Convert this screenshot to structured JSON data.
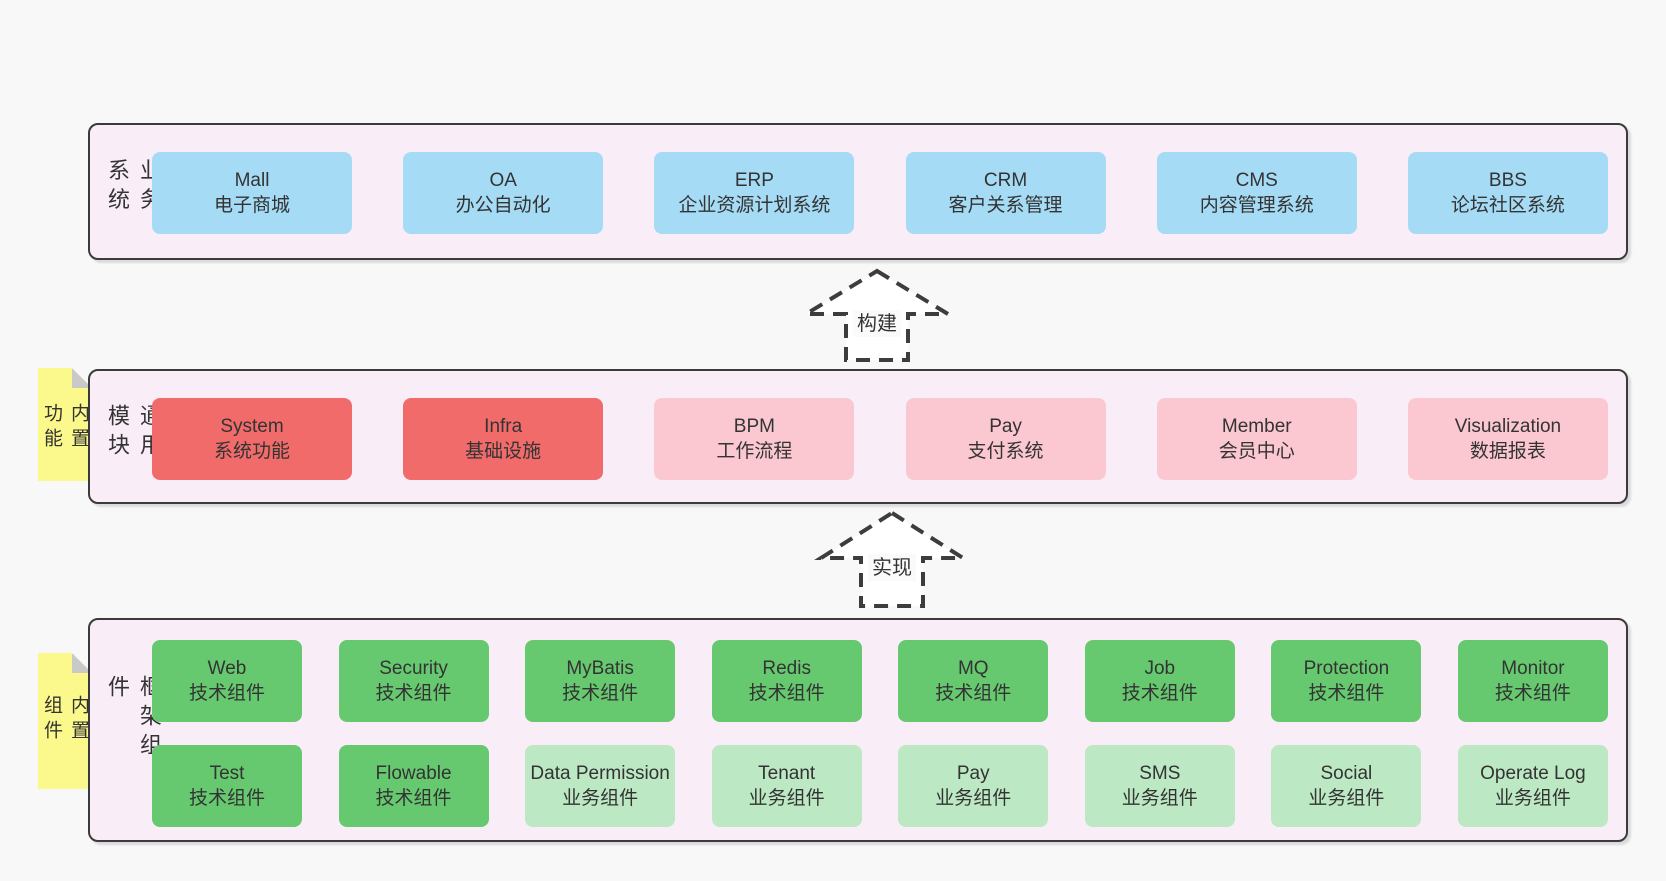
{
  "colors": {
    "page_bg": "#f8f8f8",
    "panel_bg": "#f9edf7",
    "panel_border": "#3b3b3b",
    "box_blue": "#a6dbf5",
    "box_red": "#f26b6b",
    "box_pink": "#fbc8d1",
    "box_green": "#67c96f",
    "box_green_light": "#bce8c3",
    "note_yellow": "#fcf98c",
    "note_fold_gray": "#c9c9c9",
    "text": "#333333",
    "arrow_stroke": "#3d3d3d"
  },
  "layers": {
    "business": {
      "label": "业务系统",
      "boxes": [
        {
          "name": "Mall",
          "desc": "电子商城"
        },
        {
          "name": "OA",
          "desc": "办公自动化"
        },
        {
          "name": "ERP",
          "desc": "企业资源计划系统"
        },
        {
          "name": "CRM",
          "desc": "客户关系管理"
        },
        {
          "name": "CMS",
          "desc": "内容管理系统"
        },
        {
          "name": "BBS",
          "desc": "论坛社区系统"
        }
      ]
    },
    "modules": {
      "label": "通用模块",
      "note": "内置功能",
      "boxes": [
        {
          "name": "System",
          "desc": "系统功能"
        },
        {
          "name": "Infra",
          "desc": "基础设施"
        },
        {
          "name": "BPM",
          "desc": "工作流程"
        },
        {
          "name": "Pay",
          "desc": "支付系统"
        },
        {
          "name": "Member",
          "desc": "会员中心"
        },
        {
          "name": "Visualization",
          "desc": "数据报表"
        }
      ]
    },
    "components": {
      "label": "框架组件",
      "note": "内置组件",
      "row1": [
        {
          "name": "Web",
          "desc": "技术组件"
        },
        {
          "name": "Security",
          "desc": "技术组件"
        },
        {
          "name": "MyBatis",
          "desc": "技术组件"
        },
        {
          "name": "Redis",
          "desc": "技术组件"
        },
        {
          "name": "MQ",
          "desc": "技术组件"
        },
        {
          "name": "Job",
          "desc": "技术组件"
        },
        {
          "name": "Protection",
          "desc": "技术组件"
        },
        {
          "name": "Monitor",
          "desc": "技术组件"
        }
      ],
      "row2": [
        {
          "name": "Test",
          "desc": "技术组件"
        },
        {
          "name": "Flowable",
          "desc": "技术组件"
        },
        {
          "name": "Data Permission",
          "desc": "业务组件"
        },
        {
          "name": "Tenant",
          "desc": "业务组件"
        },
        {
          "name": "Pay",
          "desc": "业务组件"
        },
        {
          "name": "SMS",
          "desc": "业务组件"
        },
        {
          "name": "Social",
          "desc": "业务组件"
        },
        {
          "name": "Operate Log",
          "desc": "业务组件"
        }
      ]
    }
  },
  "arrows": {
    "build": {
      "label": "构建"
    },
    "implement": {
      "label": "实现"
    }
  }
}
